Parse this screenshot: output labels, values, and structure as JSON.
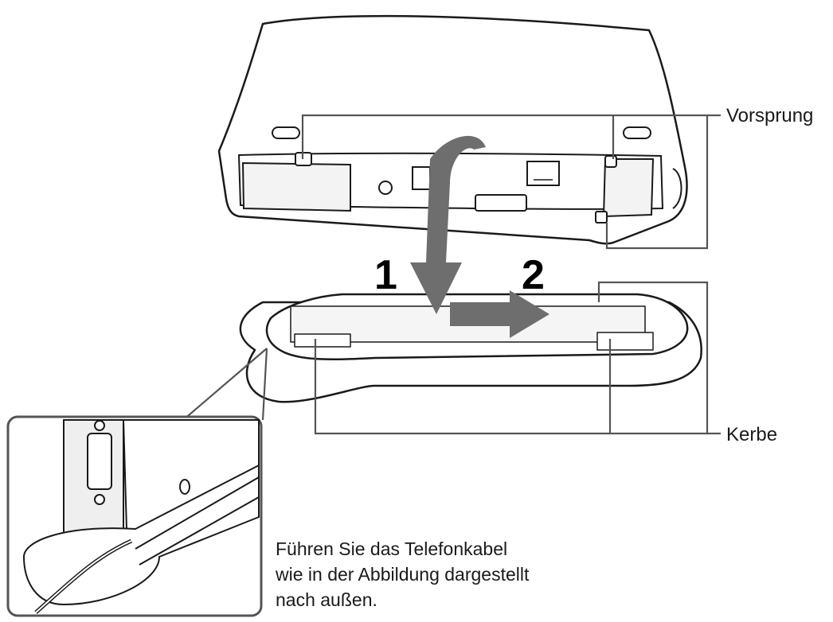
{
  "labels": {
    "vorsprung": "Vorsprung",
    "kerbe": "Kerbe"
  },
  "steps": {
    "step1": "1",
    "step2": "2"
  },
  "caption": {
    "line1": "Führen Sie das Telefonkabel",
    "line2": "wie in der Abbildung dargestellt",
    "line3": "nach außen."
  },
  "colors": {
    "line": "#1a1a1a",
    "leader": "#555555",
    "arrow": "#6e6e6e",
    "shade": "#d8d8d8"
  }
}
